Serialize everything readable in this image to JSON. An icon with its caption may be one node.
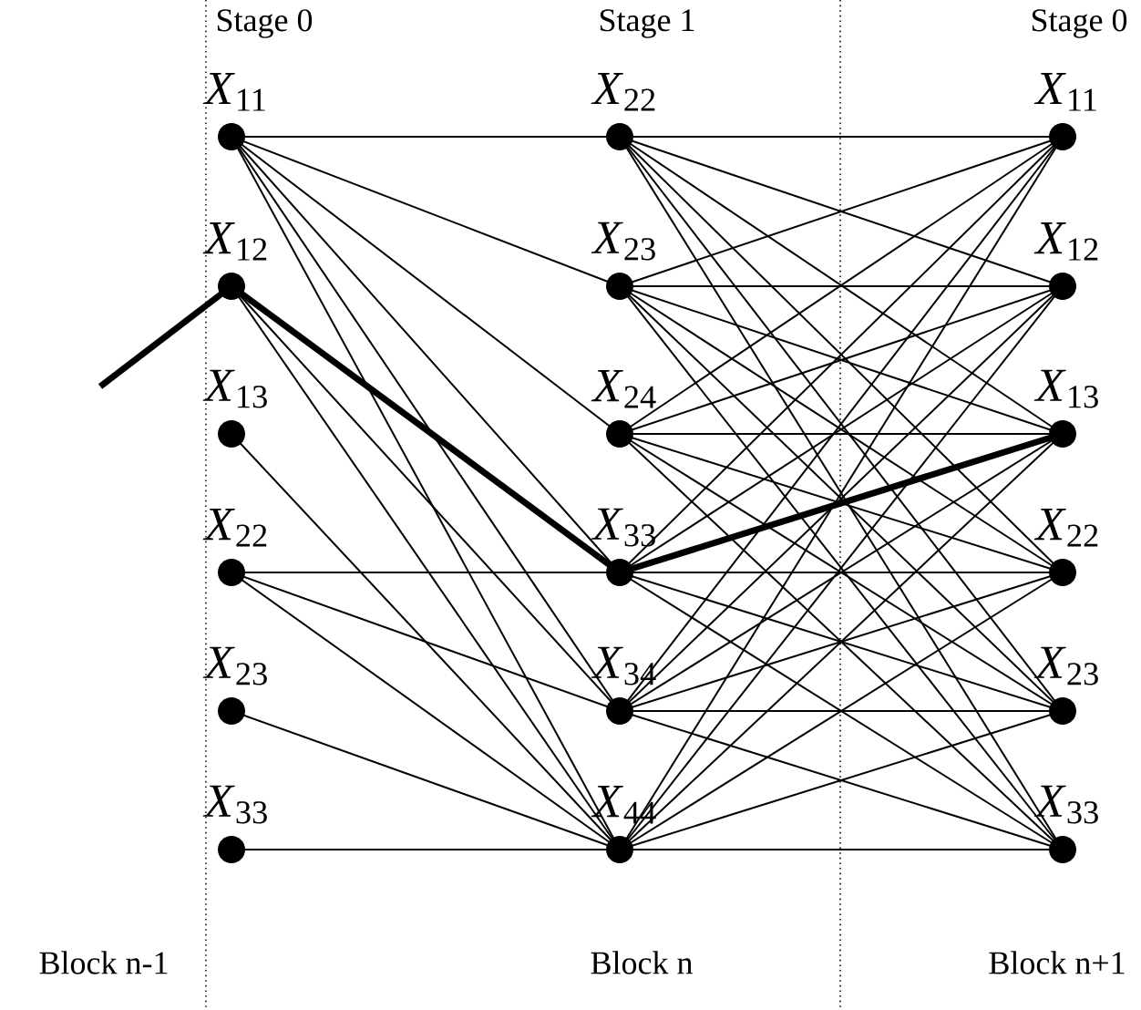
{
  "diagram": {
    "nodes": [
      {
        "text": [
          "*X*$_{11}$"
        ]
      },
      {
        "text": [
          "*X*$_{12}$"
        ]
      },
      {
        "text": [
          "*X*$_{13}$"
        ]
      },
      {
        "text": [
          "*X*$_{22}$"
        ]
      },
      {
        "text": [
          "*X*$_{23}$"
        ]
      },
      {
        "text": [
          "*X*$_{33}$"
        ]
      },
      {
        "text": [
          "*X*$_{22}$"
        ]
      },
      {
        "text": [
          "*X*$_{23}$"
        ]
      },
      {
        "text": [
          "*X*$_{24}$"
        ]
      },
      {
        "text": [
          "*X*$_{33}$"
        ]
      },
      {
        "text": [
          "*X*$_{34}$"
        ]
      },
      {
        "text": [
          "*X*$_{44}$"
        ]
      },
      {
        "text": [
          "*X*$_{11}$"
        ]
      },
      {
        "text": [
          "*X*$_{12}$"
        ]
      },
      {
        "text": [
          "*X*$_{13}$"
        ]
      },
      {
        "text": [
          "*X*$_{22}$"
        ]
      },
      {
        "text": [
          "*X*$_{23}$"
        ]
      },
      {
        "text": [
          "*X*$_{33}$"
        ]
      }
    ],
    "edges": [
      {
        "from": null,
        "to": 1,
        "arrow": "none",
        "style": "thick"
      },
      {
        "from": 0,
        "to": 6,
        "arrow": "none"
      },
      {
        "from": 0,
        "to": 7,
        "arrow": "none"
      },
      {
        "from": 0,
        "to": 8,
        "arrow": "none"
      },
      {
        "from": 0,
        "to": 9,
        "arrow": "none"
      },
      {
        "from": 0,
        "to": 10,
        "arrow": "none"
      },
      {
        "from": 0,
        "to": 11,
        "arrow": "none"
      },
      {
        "from": 1,
        "to": 9,
        "arrow": "none",
        "style": "thick"
      },
      {
        "from": 1,
        "to": 10,
        "arrow": "none"
      },
      {
        "from": 1,
        "to": 11,
        "arrow": "none"
      },
      {
        "from": 2,
        "to": 11,
        "arrow": "none"
      },
      {
        "from": 3,
        "to": 9,
        "arrow": "none"
      },
      {
        "from": 3,
        "to": 10,
        "arrow": "none"
      },
      {
        "from": 3,
        "to": 11,
        "arrow": "none"
      },
      {
        "from": 4,
        "to": 11,
        "arrow": "none"
      },
      {
        "from": 5,
        "to": 11,
        "arrow": "none"
      },
      {
        "from": 6,
        "to": 12,
        "arrow": "none"
      },
      {
        "from": 6,
        "to": 13,
        "arrow": "none"
      },
      {
        "from": 6,
        "to": 14,
        "arrow": "none"
      },
      {
        "from": 6,
        "to": 15,
        "arrow": "none"
      },
      {
        "from": 6,
        "to": 16,
        "arrow": "none"
      },
      {
        "from": 6,
        "to": 17,
        "arrow": "none"
      },
      {
        "from": 7,
        "to": 12,
        "arrow": "none"
      },
      {
        "from": 7,
        "to": 13,
        "arrow": "none"
      },
      {
        "from": 7,
        "to": 14,
        "arrow": "none"
      },
      {
        "from": 7,
        "to": 15,
        "arrow": "none"
      },
      {
        "from": 7,
        "to": 16,
        "arrow": "none"
      },
      {
        "from": 7,
        "to": 17,
        "arrow": "none"
      },
      {
        "from": 8,
        "to": 12,
        "arrow": "none"
      },
      {
        "from": 8,
        "to": 13,
        "arrow": "none"
      },
      {
        "from": 8,
        "to": 14,
        "arrow": "none"
      },
      {
        "from": 8,
        "to": 15,
        "arrow": "none"
      },
      {
        "from": 8,
        "to": 16,
        "arrow": "none"
      },
      {
        "from": 8,
        "to": 17,
        "arrow": "none"
      },
      {
        "from": 9,
        "to": 12,
        "arrow": "none"
      },
      {
        "from": 9,
        "to": 13,
        "arrow": "none"
      },
      {
        "from": 9,
        "to": 14,
        "arrow": "none",
        "style": "thick"
      },
      {
        "from": 9,
        "to": 15,
        "arrow": "none"
      },
      {
        "from": 9,
        "to": 16,
        "arrow": "none"
      },
      {
        "from": 9,
        "to": 17,
        "arrow": "none"
      },
      {
        "from": 10,
        "to": 12,
        "arrow": "none"
      },
      {
        "from": 10,
        "to": 13,
        "arrow": "none"
      },
      {
        "from": 10,
        "to": 14,
        "arrow": "none"
      },
      {
        "from": 10,
        "to": 15,
        "arrow": "none"
      },
      {
        "from": 10,
        "to": 16,
        "arrow": "none"
      },
      {
        "from": 10,
        "to": 17,
        "arrow": "none"
      },
      {
        "from": 11,
        "to": 12,
        "arrow": "none"
      },
      {
        "from": 11,
        "to": 13,
        "arrow": "none"
      },
      {
        "from": 11,
        "to": 14,
        "arrow": "none"
      },
      {
        "from": 11,
        "to": 15,
        "arrow": "none"
      },
      {
        "from": 11,
        "to": 16,
        "arrow": "none"
      },
      {
        "from": 11,
        "to": 17,
        "arrow": "none"
      }
    ],
    "labels": [
      "Stage 0",
      "Stage 1",
      "Stage 0",
      "Block n-1",
      "Block n",
      "Block n+1"
    ]
  }
}
